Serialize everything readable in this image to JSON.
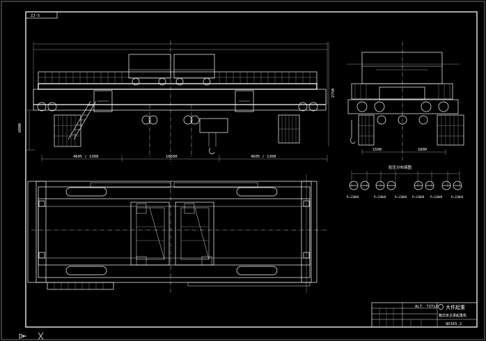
{
  "drawing": {
    "corner_tag": "ZJ-5",
    "title": "ALT. TITLE",
    "company": "大件起重",
    "drawing_title": "箱式单主梁起重机",
    "drawing_no": "QD165.2",
    "section_label": "轮压分布简图",
    "dims": {
      "span_left": "4605 / 1308",
      "span_center": "10500",
      "span_right": "4605 / 1308",
      "small_1": "1500",
      "small_2": "1800",
      "height_1": "6000",
      "height_2": "2750"
    },
    "wheel_labels": [
      "P=120kN",
      "P=120kN",
      "P=120kN",
      "P=120kN",
      "P=120kN",
      "P=120kN"
    ]
  }
}
